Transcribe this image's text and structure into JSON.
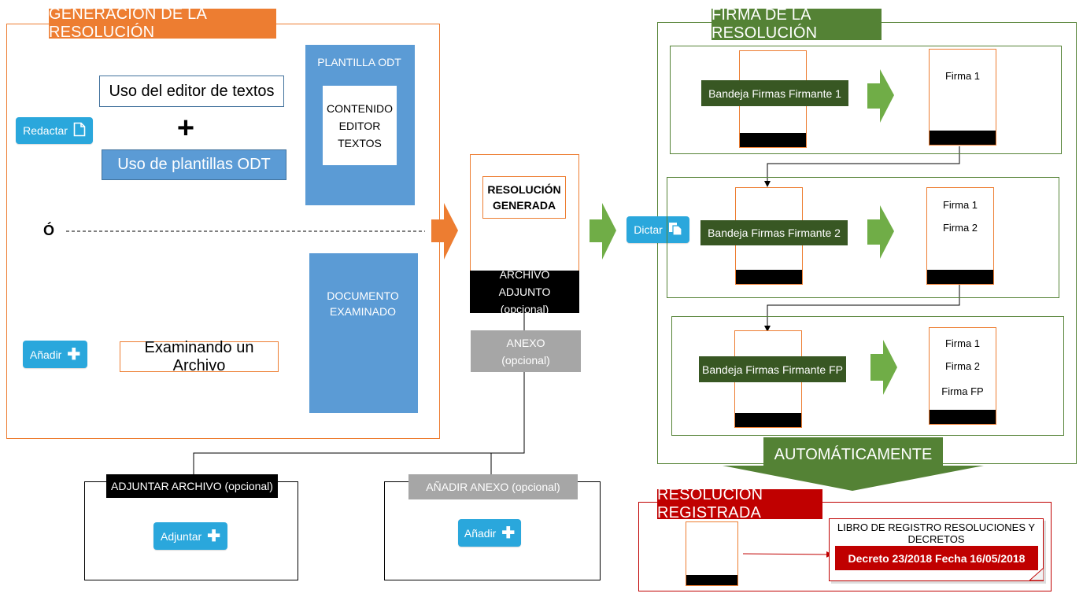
{
  "generacion": {
    "title": "GENERACIÓN DE LA RESOLUCIÓN",
    "redactar_button": "Redactar",
    "uso_editor": "Uso del editor de textos",
    "uso_plantillas": "Uso de plantillas ODT",
    "plantilla_odt": "PLANTILLA ODT",
    "contenido_editor": "CONTENIDO EDITOR TEXTOS",
    "o_separator": "Ó",
    "anadir_button": "Añadir",
    "examinando": "Examinando un Archivo",
    "documento_examinado": "DOCUMENTO EXAMINADO"
  },
  "resolucion": {
    "generada": "RESOLUCIÓN GENERADA",
    "archivo_adjunto": "ARCHIVO ADJUNTO (opcional)",
    "anexo": "ANEXO (opcional)"
  },
  "adjuntar": {
    "title": "ADJUNTAR ARCHIVO (opcional)",
    "button": "Adjuntar"
  },
  "anadir_anexo": {
    "title": "AÑADIR ANEXO (opcional)",
    "button": "Añadir"
  },
  "dictar_button": "Dictar",
  "firma": {
    "title": "FIRMA DE LA RESOLUCIÓN",
    "rows": [
      {
        "bandeja": "Bandeja Firmas Firmante 1",
        "firmas": [
          "Firma 1"
        ]
      },
      {
        "bandeja": "Bandeja Firmas Firmante 2",
        "firmas": [
          "Firma 1",
          "Firma 2"
        ]
      },
      {
        "bandeja": "Bandeja Firmas Firmante FP",
        "firmas": [
          "Firma 1",
          "Firma 2",
          "Firma FP"
        ]
      }
    ],
    "automaticamente": "AUTOMÁTICAMENTE"
  },
  "registrada": {
    "title": "RESOLUCIÓN REGISTRADA",
    "libro": "LIBRO DE REGISTRO RESOLUCIONES Y DECRETOS",
    "decreto": "Decreto 23/2018 Fecha 16/05/2018"
  },
  "colors": {
    "orange": "#ed7d31",
    "green": "#548235",
    "dark_green": "#385723",
    "red": "#c00000",
    "blue": "#5b9bd5",
    "button_blue": "#2aa7dc",
    "gray": "#a6a6a6"
  }
}
